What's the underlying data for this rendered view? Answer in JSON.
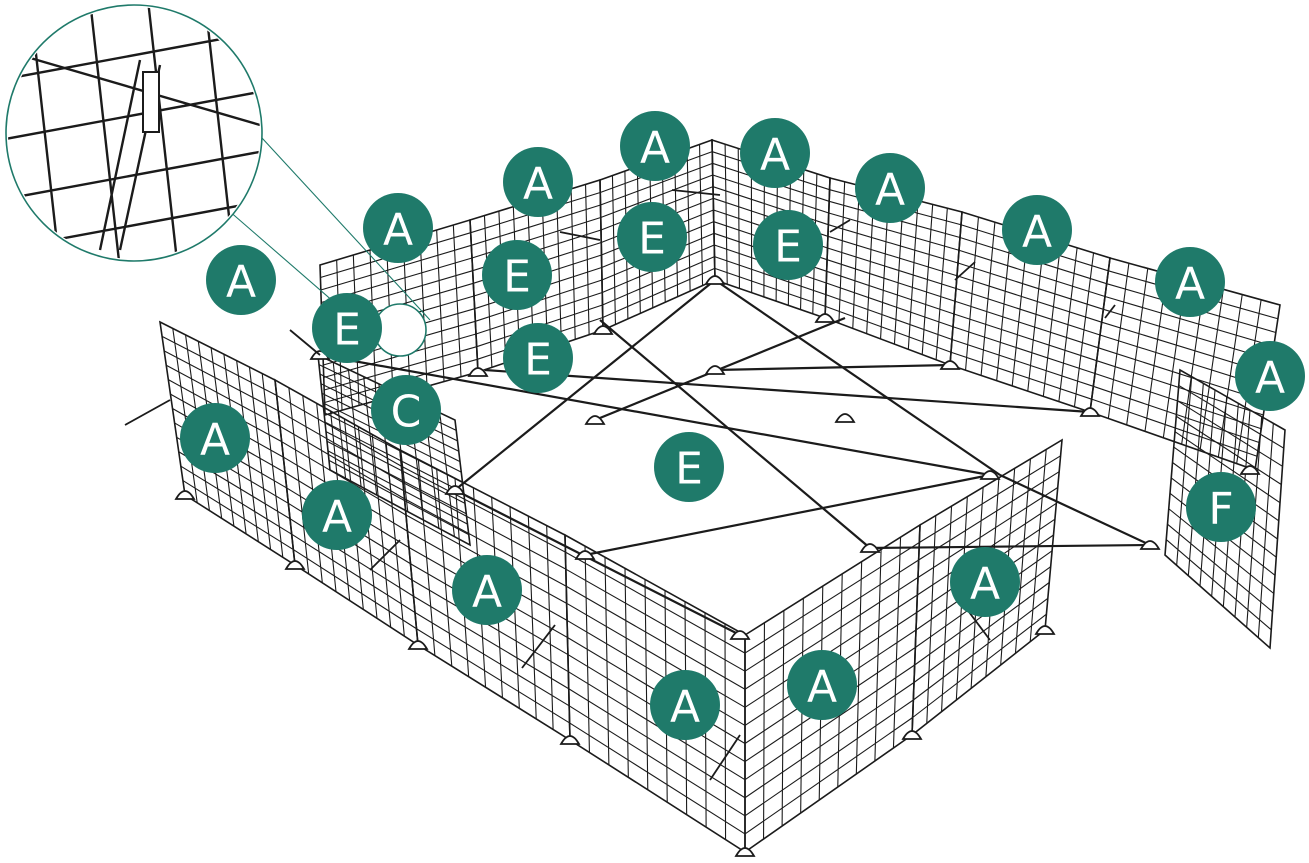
{
  "colors": {
    "badge_fill": "#1f7a6a",
    "badge_text": "#ffffff",
    "line": "#1b1b1b",
    "zoom_outline": "#1f7a6a"
  },
  "callouts": [
    {
      "id": "a1",
      "label": "A"
    },
    {
      "id": "a2",
      "label": "A"
    },
    {
      "id": "a3",
      "label": "A"
    },
    {
      "id": "a4",
      "label": "A"
    },
    {
      "id": "a5",
      "label": "A"
    },
    {
      "id": "a6",
      "label": "A"
    },
    {
      "id": "a7",
      "label": "A"
    },
    {
      "id": "a8",
      "label": "A"
    },
    {
      "id": "a9",
      "label": "A"
    },
    {
      "id": "a10",
      "label": "A"
    },
    {
      "id": "a11",
      "label": "A"
    },
    {
      "id": "a12",
      "label": "A"
    },
    {
      "id": "a13",
      "label": "A"
    },
    {
      "id": "a14",
      "label": "A"
    },
    {
      "id": "a15",
      "label": "A"
    },
    {
      "id": "a16",
      "label": "A"
    },
    {
      "id": "e1",
      "label": "E"
    },
    {
      "id": "e2",
      "label": "E"
    },
    {
      "id": "e3",
      "label": "E"
    },
    {
      "id": "e4",
      "label": "E"
    },
    {
      "id": "e5",
      "label": "E"
    },
    {
      "id": "e6",
      "label": "E"
    },
    {
      "id": "c1",
      "label": "C"
    },
    {
      "id": "f1",
      "label": "F"
    }
  ]
}
